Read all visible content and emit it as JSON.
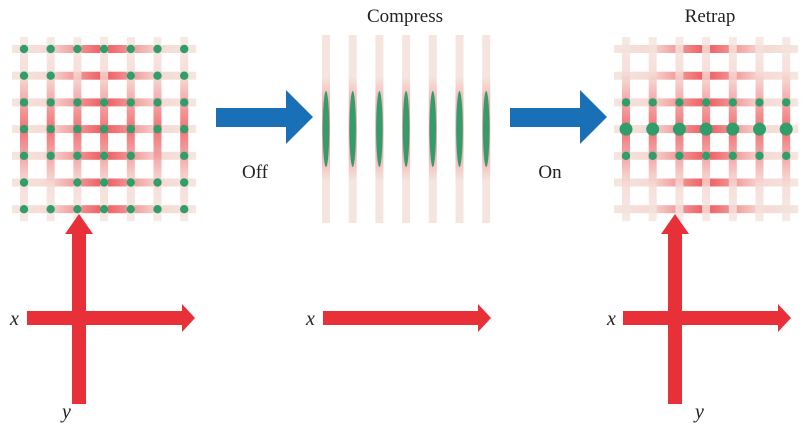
{
  "colors": {
    "lattice_beam_center": "#ee5a5e",
    "lattice_beam_edge": "#f4e6df",
    "atom": "#2f9e6a",
    "process_arrow": "#1a70b6",
    "axis_arrow": "#e83038",
    "text": "#222222"
  },
  "panels": [
    {
      "id": "initial",
      "title": "",
      "lattice": "2d",
      "grid_size": 7,
      "atom_rows": [
        [
          1,
          1,
          1,
          1,
          1,
          1,
          1
        ],
        [
          1,
          1,
          0,
          0,
          1,
          1,
          1
        ],
        [
          1,
          1,
          1,
          1,
          1,
          1,
          1
        ],
        [
          1,
          1,
          1,
          1,
          1,
          1,
          1
        ],
        [
          1,
          1,
          1,
          1,
          1,
          0,
          1
        ],
        [
          1,
          0,
          1,
          1,
          1,
          1,
          1
        ],
        [
          1,
          1,
          1,
          1,
          1,
          1,
          1
        ]
      ],
      "axes": {
        "x_label": "x",
        "y_label": "y",
        "show_y": true
      }
    },
    {
      "id": "compress",
      "title": "Compress",
      "lattice": "1d-vertical",
      "tube_count": 7,
      "axes": {
        "x_label": "x",
        "y_label": "",
        "show_y": false
      }
    },
    {
      "id": "retrap",
      "title": "Retrap",
      "lattice": "2d",
      "grid_size": 7,
      "atom_rows": [
        [
          0,
          0,
          0,
          0,
          0,
          0,
          0
        ],
        [
          0,
          0,
          0,
          0,
          0,
          0,
          0
        ],
        [
          1,
          1,
          1,
          1,
          1,
          1,
          1
        ],
        [
          2,
          2,
          2,
          2,
          2,
          2,
          2
        ],
        [
          1,
          1,
          1,
          1,
          1,
          1,
          1
        ],
        [
          0,
          0,
          0,
          0,
          0,
          0,
          0
        ],
        [
          0,
          0,
          0,
          0,
          0,
          0,
          0
        ]
      ],
      "axes": {
        "x_label": "x",
        "y_label": "y",
        "show_y": true
      }
    }
  ],
  "transitions": [
    {
      "label": "Off"
    },
    {
      "label": "On"
    }
  ]
}
